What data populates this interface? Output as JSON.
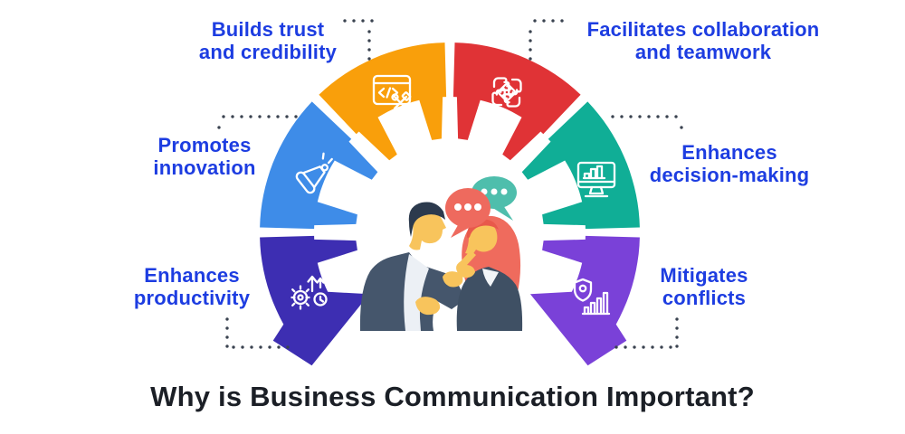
{
  "title": {
    "text": "Why is Business Communication Important?",
    "color": "#1B1F26"
  },
  "colors": {
    "background": "#FFFFFF",
    "label_text": "#1D3DE1",
    "connector_dots": "#3A4350",
    "icon_stroke": "#FFFFFF"
  },
  "segments": [
    {
      "id": "builds-trust",
      "label_lines": [
        "Builds trust",
        "and credibility"
      ],
      "color": "#F99F0B",
      "icon": "code-window-tools-icon",
      "geometry": {
        "a0": 91.5,
        "a1": 133.5,
        "arrow": "none"
      }
    },
    {
      "id": "collaboration",
      "label_lines": [
        "Facilitates collaboration",
        "and teamwork"
      ],
      "color": "#E03336",
      "icon": "joined-hands-icon",
      "geometry": {
        "a0": 46.5,
        "a1": 88.5,
        "arrow": "none"
      }
    },
    {
      "id": "innovation",
      "label_lines": [
        "Promotes",
        "innovation"
      ],
      "color": "#3E8CE8",
      "icon": "megaphone-icon",
      "geometry": {
        "a0": 136.5,
        "a1": 178.5,
        "arrow": "none"
      }
    },
    {
      "id": "decision-making",
      "label_lines": [
        "Enhances",
        "decision-making"
      ],
      "color": "#10AE96",
      "icon": "monitor-chart-icon",
      "geometry": {
        "a0": 1.5,
        "a1": 43.5,
        "arrow": "none"
      }
    },
    {
      "id": "productivity",
      "label_lines": [
        "Enhances",
        "productivity"
      ],
      "color": "#3D2EB2",
      "icon": "gear-growth-clock-icon",
      "geometry": {
        "a0": 181.5,
        "a1": 207,
        "arrow": "high"
      }
    },
    {
      "id": "mitigates-conflicts",
      "label_lines": [
        "Mitigates",
        "conflicts"
      ],
      "color": "#7A41D8",
      "icon": "shield-chart-icon",
      "geometry": {
        "a0": -27,
        "a1": -1.5,
        "arrow": "low"
      }
    }
  ],
  "illustration": {
    "description": "Two businesspeople in dark suits talking, with chat bubbles",
    "bubble_left_color": "#EE6A5E",
    "bubble_right_color": "#4EBEAC",
    "bubble_dot_color": "#FFFFFF"
  }
}
